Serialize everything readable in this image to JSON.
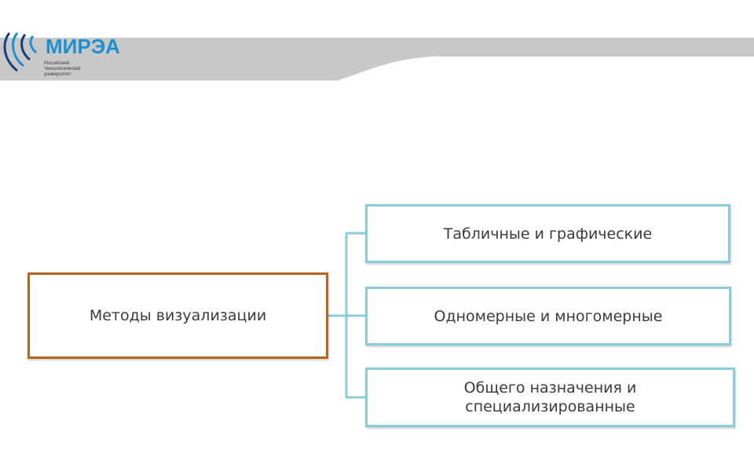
{
  "logo": {
    "word": "МИРЭА",
    "subtitle_lines": [
      "Российский",
      "технологический",
      "университет"
    ]
  },
  "diagram": {
    "root": "Методы визуализации",
    "children": [
      "Табличные и графические",
      "Одномерные и многомерные",
      "Общего назначения и специализированные"
    ]
  },
  "colors": {
    "root_border": "#b8661f",
    "child_border": "#8ccbdc",
    "header_band": "#c8c8c8",
    "logo_blue": "#1f8fd0"
  }
}
